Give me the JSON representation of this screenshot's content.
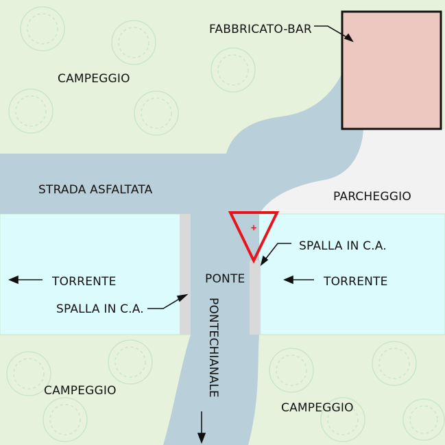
{
  "labels": {
    "campeggio_nw": "CAMPEGGIO",
    "fabbricato_bar": "FABBRICATO-BAR",
    "strada_asfaltata": "STRADA ASFALTATA",
    "parcheggio": "PARCHEGGIO",
    "spalla_right": "SPALLA IN C.A.",
    "torrente_left": "TORRENTE",
    "torrente_right": "TORRENTE",
    "ponte": "PONTE",
    "spalla_left": "SPALLA IN C.A.",
    "pontechianale": "PONTECHIANALE",
    "campeggio_sw": "CAMPEGGIO",
    "campeggio_se": "CAMPEGGIO"
  },
  "colors": {
    "grass": "#e6f2dc",
    "road": "#b9cfd9",
    "water": "#dcfbfd",
    "building": "#ecc8c0",
    "parking": "#f2f2f2",
    "abutment": "#d9d9d9",
    "warning_red": "#e8141c",
    "tree_outline": "#c9e6cc"
  },
  "symbols": [
    "warning-triangle-icon",
    "tree-symbol"
  ]
}
